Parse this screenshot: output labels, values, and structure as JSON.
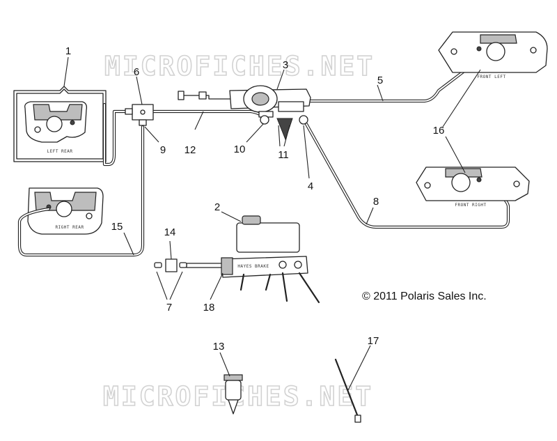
{
  "watermark": {
    "top": "MICROFICHES.NET",
    "bottom": "MICROFICHES.NET"
  },
  "copyright": "© 2011 Polaris Sales Inc.",
  "caliper_labels": {
    "left_rear": "LEFT REAR",
    "right_rear": "RIGHT REAR",
    "front_left": "FRONT LEFT",
    "front_right": "FRONT RIGHT"
  },
  "master_cylinder_brand": "HAYES BRAKE",
  "callouts": {
    "n1": "1",
    "n2": "2",
    "n3": "3",
    "n4": "4",
    "n5": "5",
    "n6": "6",
    "n7": "7",
    "n8": "8",
    "n9": "9",
    "n10": "10",
    "n11": "11",
    "n12": "12",
    "n13": "13",
    "n14": "14",
    "n15": "15",
    "n16": "16",
    "n17": "17",
    "n18": "18"
  }
}
